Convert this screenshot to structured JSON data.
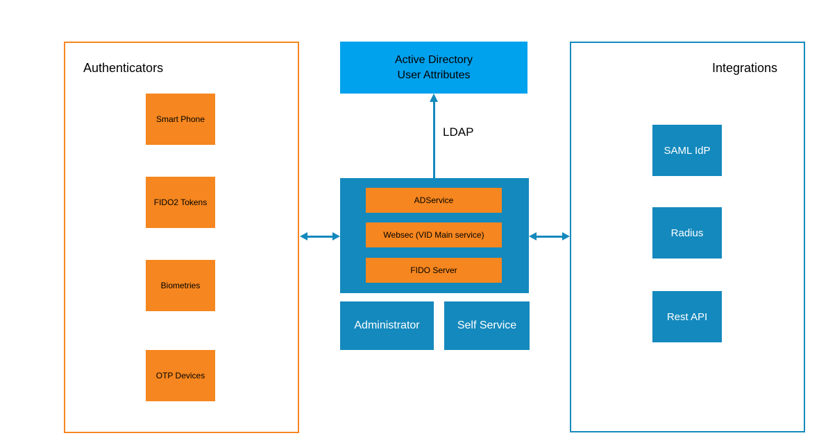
{
  "colors": {
    "orange": "#F6861F",
    "azure": "#00A1ED",
    "teal": "#1489BD"
  },
  "panels": {
    "authenticators": {
      "title": "Authenticators",
      "items": [
        "Smart Phone",
        "FIDO2 Tokens",
        "Biometries",
        "OTP Devices"
      ]
    },
    "integrations": {
      "title": "Integrations",
      "items": [
        "SAML IdP",
        "Radius",
        "Rest API"
      ]
    }
  },
  "core": {
    "active_directory": {
      "line1": "Active Directory",
      "line2": "User Attributes"
    },
    "ldap_label": "LDAP",
    "services": [
      "ADService",
      "Websec (VID Main service)",
      "FIDO Server"
    ],
    "consoles": [
      "Administrator",
      "Self Service"
    ]
  }
}
